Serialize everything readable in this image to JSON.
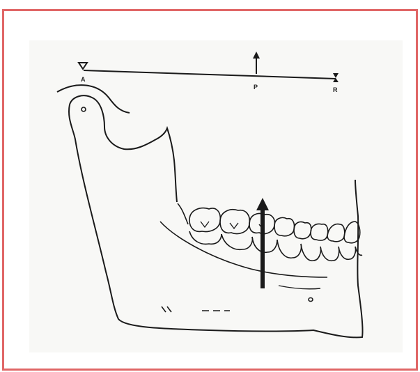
{
  "figure": {
    "labels": {
      "point_a": "A",
      "point_p": "P",
      "point_r": "R"
    },
    "colors": {
      "border": "#e06666",
      "ink": "#1a1a1a",
      "panel": "#f8f8f6"
    }
  }
}
